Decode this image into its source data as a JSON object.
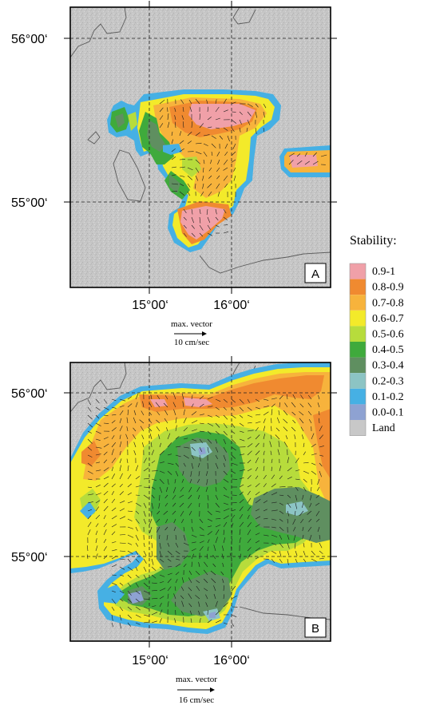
{
  "panels": [
    {
      "id": "A",
      "label": "A",
      "lat_labels": [
        "56°00‘",
        "55°00‘"
      ],
      "lon_labels": [
        "15°00‘",
        "16°00‘"
      ],
      "scale_title": "max. vector",
      "scale_value": "10 cm/sec"
    },
    {
      "id": "B",
      "label": "B",
      "lat_labels": [
        "56°00‘",
        "55°00‘"
      ],
      "lon_labels": [
        "15°00‘",
        "16°00‘"
      ],
      "scale_title": "max. vector",
      "scale_value": "16 cm/sec"
    }
  ],
  "legend": {
    "title": "Stability:",
    "items": [
      {
        "label": "0.9-1",
        "color": "#f0a0a8"
      },
      {
        "label": "0.8-0.9",
        "color": "#f08a30"
      },
      {
        "label": "0.7-0.8",
        "color": "#f7b33c"
      },
      {
        "label": "0.6-0.7",
        "color": "#f3ea2a"
      },
      {
        "label": "0.5-0.6",
        "color": "#b7dc3c"
      },
      {
        "label": "0.4-0.5",
        "color": "#3faa3c"
      },
      {
        "label": "0.3-0.4",
        "color": "#5f8f60"
      },
      {
        "label": "0.2-0.3",
        "color": "#8cc4c4"
      },
      {
        "label": "0.1-0.2",
        "color": "#46b0e4"
      },
      {
        "label": "0.0-0.1",
        "color": "#8ea2d2"
      },
      {
        "label": "Land",
        "color": "#c8c8c8"
      }
    ]
  }
}
